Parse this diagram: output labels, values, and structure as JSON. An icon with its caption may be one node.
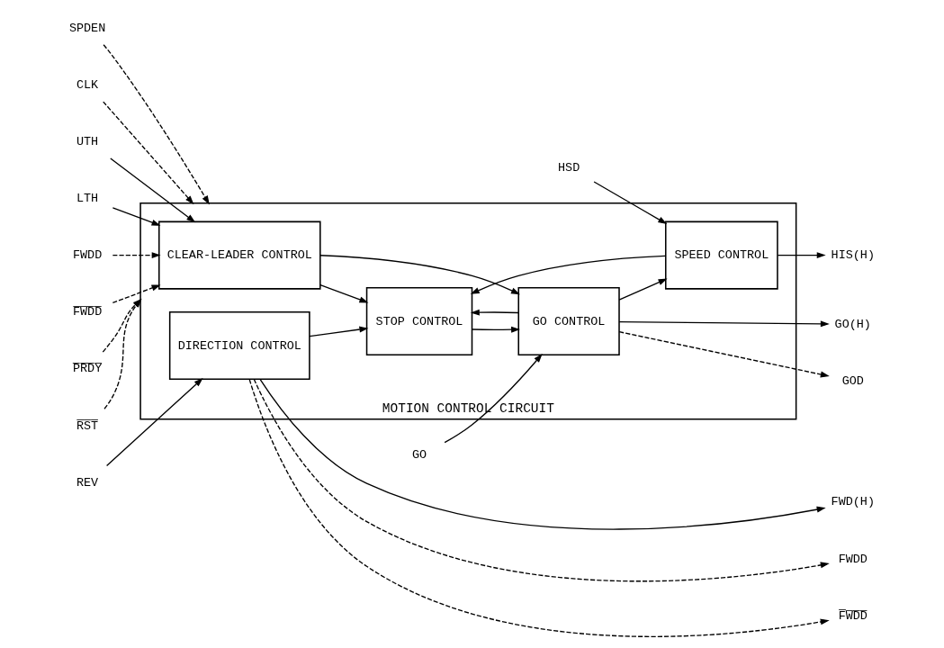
{
  "diagram": {
    "nodes": [
      {
        "text": [
          "MOTION CONTROL CIRCUIT"
        ]
      },
      {
        "text": [
          "CLEAR-LEADER CONTROL"
        ],
        "in": 0
      },
      {
        "text": [
          "STOP CONTROL"
        ],
        "in": 0
      },
      {
        "text": [
          "GO CONTROL"
        ],
        "in": 0
      },
      {
        "text": [
          "DIRECTION CONTROL"
        ],
        "in": 0
      },
      {
        "text": [
          "SPEED CONTROL"
        ],
        "in": 0
      },
      {
        "text": [
          "GO"
        ]
      },
      {
        "text": [
          "UTH"
        ]
      },
      {
        "text": [
          "LTH"
        ]
      },
      {
        "text": [
          "FWDD"
        ]
      },
      {
        "text": [
          "F̅W̅D̅D̅"
        ]
      },
      {
        "text": [
          "REV"
        ]
      },
      {
        "text": [
          "HSD"
        ]
      },
      {
        "text": [
          "GO(H)"
        ]
      },
      {
        "text": [
          "GOD"
        ]
      },
      {
        "text": [
          "FWD(H)"
        ]
      },
      {
        "text": [
          "FWDD"
        ]
      },
      {
        "text": [
          "F̅W̅D̅D̅"
        ]
      },
      {
        "text": [
          "HIS(H)"
        ]
      },
      {
        "text": [
          "P̅R̅D̅Y̅"
        ]
      },
      {
        "text": [
          "R̅S̅T̅"
        ]
      },
      {
        "text": [
          "SPDEN"
        ]
      },
      {
        "text": [
          "CLK"
        ]
      }
    ],
    "edges": [
      {
        "from": 6,
        "to": 3,
        "arrow": "to"
      },
      {
        "from": 7,
        "to": 1,
        "arrow": "to"
      },
      {
        "from": 8,
        "to": 1,
        "arrow": "to"
      },
      {
        "from": 9,
        "to": 1,
        "arrow": "to",
        "style": "dashed"
      },
      {
        "from": 10,
        "to": 1,
        "arrow": "to",
        "style": "dashed"
      },
      {
        "from": 1,
        "to": 3,
        "arrow": "to"
      },
      {
        "from": 1,
        "to": 2,
        "arrow": "to"
      },
      {
        "from": 2,
        "to": 3,
        "arrow": "to"
      },
      {
        "from": 4,
        "to": 2,
        "arrow": "to"
      },
      {
        "from": 5,
        "to": 2,
        "arrow": "to"
      },
      {
        "from": 3,
        "to": 2,
        "arrow": "to"
      },
      {
        "from": 3,
        "to": 5,
        "arrow": "to"
      },
      {
        "from": 11,
        "to": 4,
        "arrow": "to"
      },
      {
        "from": 4,
        "to": 15,
        "arrow": "to"
      },
      {
        "from": 4,
        "to": 16,
        "arrow": "to",
        "style": "dashed"
      },
      {
        "from": 4,
        "to": 17,
        "arrow": "to",
        "style": "dashed"
      },
      {
        "from": 12,
        "to": 5,
        "arrow": "to"
      },
      {
        "from": 5,
        "to": 18,
        "arrow": "to"
      },
      {
        "from": 3,
        "to": 13,
        "arrow": "to"
      },
      {
        "from": 3,
        "to": 14,
        "arrow": "to",
        "style": "dashed"
      },
      {
        "from": 19,
        "to": 0,
        "arrow": "to",
        "style": "dashed"
      },
      {
        "from": 20,
        "to": 0,
        "arrow": "to",
        "style": "dashed"
      },
      {
        "from": 21,
        "to": 0,
        "arrow": "to",
        "style": "dashed"
      },
      {
        "from": 22,
        "to": 0,
        "arrow": "to",
        "style": "dashed"
      }
    ]
  }
}
